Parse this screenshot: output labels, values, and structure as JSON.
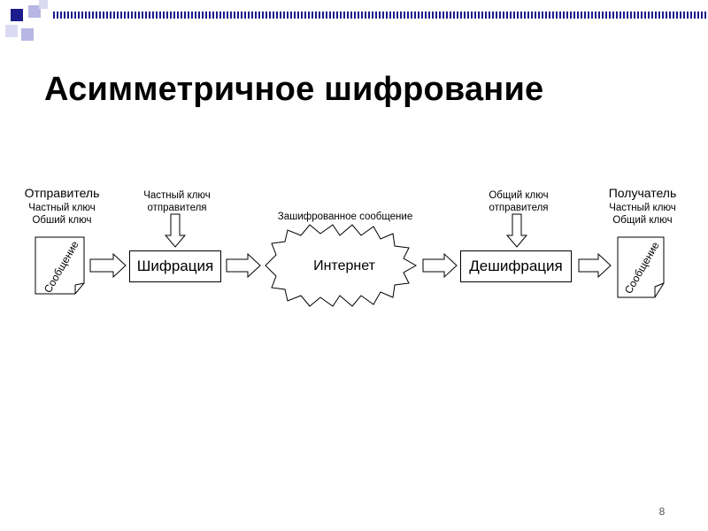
{
  "slide": {
    "title": "Асимметричное шифрование",
    "page_number": "8"
  },
  "sender": {
    "heading": "Отправитель",
    "line1": "Частный ключ",
    "line2": "Обший ключ",
    "document_label": "Сообщение"
  },
  "encrypt": {
    "key_line1": "Частный ключ",
    "key_line2": "отправителя",
    "box_label": "Шифрация"
  },
  "network": {
    "caption": "Зашифрованное сообщение",
    "label": "Интернет"
  },
  "decrypt": {
    "key_line1": "Общий ключ",
    "key_line2": "отправителя",
    "box_label": "Дешифрация"
  },
  "receiver": {
    "heading": "Получатель",
    "line1": "Частный ключ",
    "line2": "Общий ключ",
    "document_label": "Сообщение"
  },
  "colors": {
    "corner_navy": "#1c1c8c",
    "corner_lavender": "#b7b7e3",
    "stripe": "#1c1c8c"
  }
}
